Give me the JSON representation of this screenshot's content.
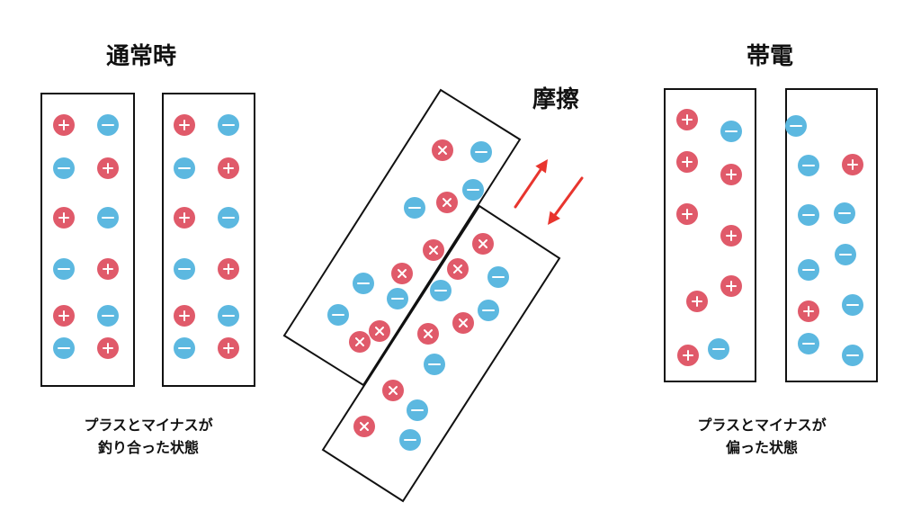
{
  "titles": {
    "normal": "通常時",
    "friction": "摩擦",
    "charged": "帯電"
  },
  "captions": {
    "balanced_line1": "プラスとマイナスが",
    "balanced_line2": "釣り合った状態",
    "biased_line1": "プラスとマイナスが",
    "biased_line2": "偏った状態"
  },
  "colors": {
    "positive": "#e05a6a",
    "negative": "#5cb8e0",
    "arrow": "#e8352e",
    "border": "#111111"
  },
  "icons": {
    "positive": "plus-icon",
    "negative": "minus-icon",
    "friction_plate_positive": "cross-icon"
  }
}
